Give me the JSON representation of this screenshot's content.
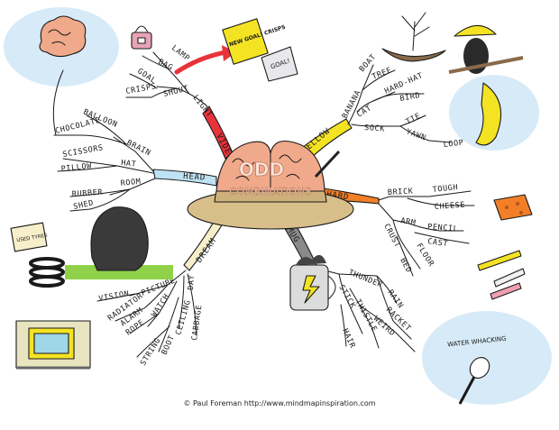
{
  "center": {
    "word1": "ODD",
    "word2": "COMBINATIONS"
  },
  "branches": {
    "video": "VIDEO",
    "yellow": "YELLOW",
    "hard": "HARD",
    "mug": "MUG",
    "dream": "DREAM",
    "head": "HEAD"
  },
  "video_words": {
    "light": "LIGHT",
    "lamp": "LAMP",
    "bag": "BAG",
    "shout": "SHOUT",
    "goal": "GOAL",
    "crisps": "CRISPS"
  },
  "yellow_words": {
    "banana": "BANANA",
    "boat": "BOAT",
    "tree": "TREE",
    "cat": "CAT",
    "hard_hat": "HARD-HAT",
    "bird": "BIRD",
    "sock": "SOCK",
    "tie": "TIE",
    "yawn": "YAWN",
    "loop": "LOOP"
  },
  "hard_words": {
    "brick": "BRICK",
    "tough": "TOUGH",
    "cheese": "CHEESE",
    "arm": "ARM",
    "pencil": "PENCIL",
    "cast": "CAST",
    "crust": "CRUST",
    "floor": "FLOOR",
    "bed": "BED"
  },
  "mug_words": {
    "thunder": "THUNDER",
    "rain": "RAIN",
    "racket": "RACKET",
    "stick": "STICK",
    "thistle": "THISTLE",
    "weird": "WEIRD",
    "hair": "HAIR"
  },
  "dream_words": {
    "picture": "PICTURE",
    "vision": "VISION",
    "radiator": "RADIATOR",
    "watch": "WATCH",
    "alarm": "ALARM",
    "rope": "ROPE",
    "day": "DAY",
    "ceiling": "CEILING",
    "cabbage": "CABBAGE",
    "boot": "BOOT",
    "string": "STRING"
  },
  "head_words": {
    "brain": "BRAIN",
    "balloon": "BALLOON",
    "chocolate": "CHOCOLATE",
    "hat": "HAT",
    "scissors": "SCISSORS",
    "pillow": "PILLOW",
    "room": "ROOM",
    "rubber": "RUBBER",
    "shed": "SHED"
  },
  "pictures": {
    "sign_new_goal": "NEW GOAL! CRISPS",
    "goal_packet": "GOAL!",
    "used_tyres": "USED TYRES",
    "water_whacking": "WATER WHACKING"
  },
  "credit": "© Paul Foreman http://www.mindmapinspiration.com",
  "colors": {
    "video": "#e8333b",
    "yellow": "#f4e323",
    "hard": "#f27f27",
    "mug": "#8a8a8a",
    "dream": "#f6efc9",
    "head": "#bfe2f4",
    "bubble": "#d7eaf8",
    "brain": "#f0a98a",
    "hat": "#d8bf8a",
    "grass": "#8fd24a"
  }
}
